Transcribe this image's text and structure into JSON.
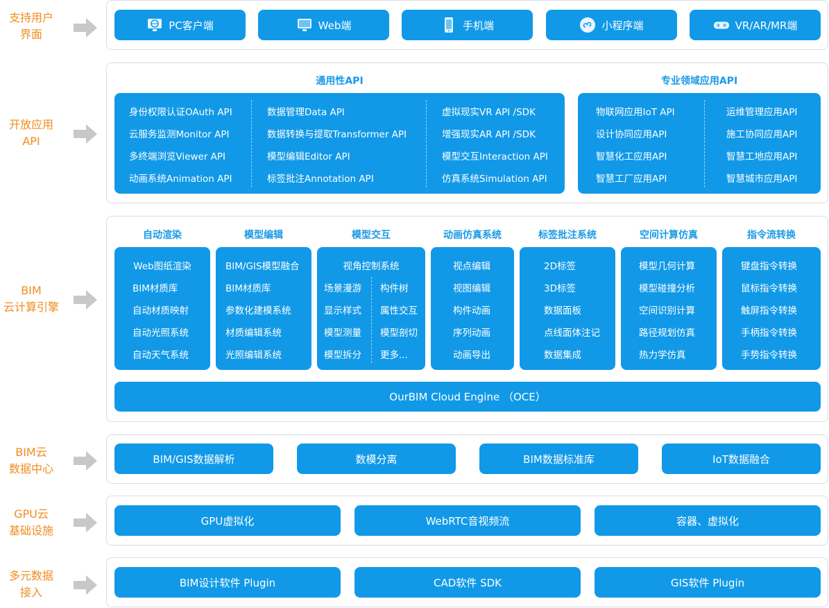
{
  "colors": {
    "accent": "#1199e8",
    "label": "#f08c1e",
    "title": "#1a9ae6",
    "frame": "#d9dde3",
    "arrow": "#c8c8c8"
  },
  "labels": {
    "user": [
      "支持用户",
      "界面"
    ],
    "api": [
      "开放应用",
      "API"
    ],
    "engine": [
      "BIM",
      "云计算引擎"
    ],
    "data": [
      "BIM云",
      "数据中心"
    ],
    "gpu": [
      "GPU云",
      "基础设施"
    ],
    "input": [
      "多元数据",
      "接入"
    ]
  },
  "clients": [
    {
      "label": "PC客户端",
      "icon": "globe-monitor-icon"
    },
    {
      "label": "Web端",
      "icon": "monitor-icon"
    },
    {
      "label": "手机端",
      "icon": "phone-icon"
    },
    {
      "label": "小程序端",
      "icon": "mini-program-icon"
    },
    {
      "label": "VR/AR/MR端",
      "icon": "vr-headset-icon"
    }
  ],
  "api": {
    "general_title": "通用性API",
    "special_title": "专业领域应用API",
    "general_cols": [
      [
        "身份权限认证OAuth API",
        "云服务监测Monitor API",
        "多终端浏览Viewer  API",
        "动画系统Animation API"
      ],
      [
        "数据管理Data  API",
        "数据转换与提取Transformer API",
        "模型编辑Editor  API",
        "标签批注Annotation  API"
      ],
      [
        "虚拟现实VR API /SDK",
        "增强现实AR API /SDK",
        "模型交互Interaction  API",
        "仿真系统Simulation  API"
      ]
    ],
    "special_cols": [
      [
        "物联网应用IoT API",
        "设计协同应用API",
        "智慧化工应用API",
        "智慧工厂应用API"
      ],
      [
        "运维管理应用API",
        "施工协同应用API",
        "智慧工地应用API",
        "智慧城市应用API"
      ]
    ]
  },
  "engine": {
    "modules": [
      {
        "title": "自动渲染",
        "items": [
          "Web图纸渲染",
          "BIM材质库",
          "自动材质映射",
          "自动光照系统",
          "自动天气系统"
        ]
      },
      {
        "title": "模型编辑",
        "items": [
          "BIM/GIS模型融合",
          "BIM材质库",
          "参数化建模系统",
          "材质编辑系统",
          "光照编辑系统"
        ]
      },
      {
        "title": "模型交互",
        "header": "视角控制系统",
        "left": [
          "场景漫游",
          "显示样式",
          "模型测量",
          "模型拆分"
        ],
        "right": [
          "构件树",
          "属性交互",
          "模型剖切",
          "更多..."
        ]
      },
      {
        "title": "动画仿真系统",
        "items": [
          "视点编辑",
          "视图编辑",
          "构件动画",
          "序列动画",
          "动画导出"
        ]
      },
      {
        "title": "标签批注系统",
        "items": [
          "2D标签",
          "3D标签",
          "数据面板",
          "点线面体注记",
          "数据集成"
        ]
      },
      {
        "title": "空间计算仿真",
        "items": [
          "模型几何计算",
          "模型碰撞分析",
          "空间识别计算",
          "路径规划仿真",
          "热力学仿真"
        ]
      },
      {
        "title": "指令流转换",
        "items": [
          "键盘指令转换",
          "鼠标指令转换",
          "触屏指令转换",
          "手柄指令转换",
          "手势指令转换"
        ]
      }
    ],
    "core": "OurBIM Cloud Engine  （OCE）"
  },
  "datacenter": [
    "BIM/GIS数据解析",
    "数模分离",
    "BIM数据标准库",
    "IoT数据融合"
  ],
  "gpu": [
    "GPU虚拟化",
    "WebRTC音视频流",
    "容器、虚拟化"
  ],
  "input": [
    "BIM设计软件 Plugin",
    "CAD软件 SDK",
    "GIS软件 Plugin"
  ]
}
